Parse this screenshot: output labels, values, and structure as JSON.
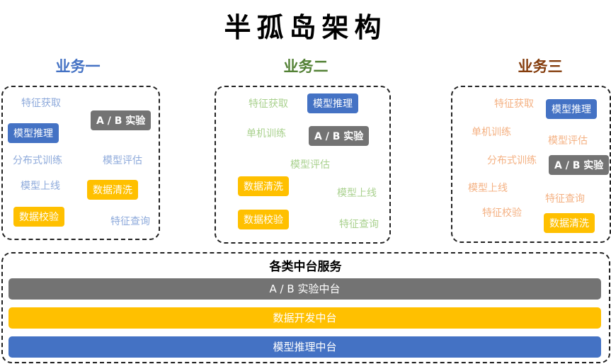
{
  "title": "半孤岛架构",
  "colors": {
    "blue": "#4472c4",
    "gray": "#737373",
    "yellow": "#ffc000",
    "biz1": "#4472c4",
    "biz2": "#538135",
    "biz3": "#843c0c",
    "biz1_text": "#8eaadb",
    "biz2_text": "#a9d18e",
    "biz3_text": "#f4b183"
  },
  "businesses": [
    {
      "name": "业务一",
      "items": {
        "feature_fetch": "特征获取",
        "ab_test": "A / B 实验",
        "model_inference": "模型推理",
        "distributed_training": "分布式训练",
        "model_eval": "模型评估",
        "model_online": "模型上线",
        "data_cleaning": "数据清洗",
        "data_validation": "数据校验",
        "feature_query": "特征查询"
      }
    },
    {
      "name": "业务二",
      "items": {
        "feature_fetch": "特征获取",
        "model_inference": "模型推理",
        "single_training": "单机训练",
        "ab_test": "A / B 实验",
        "model_eval": "模型评估",
        "data_cleaning": "数据清洗",
        "model_online": "模型上线",
        "data_validation": "数据校验",
        "feature_query": "特征查询"
      }
    },
    {
      "name": "业务三",
      "items": {
        "feature_fetch": "特征获取",
        "model_inference": "模型推理",
        "single_training": "单机训练",
        "model_eval": "模型评估",
        "distributed_training": "分布式训练",
        "ab_test": "A / B 实验",
        "model_online": "模型上线",
        "feature_query": "特征查询",
        "feature_validation": "特征校验",
        "data_cleaning": "数据清洗"
      }
    }
  ],
  "services": {
    "title": "各类中台服务",
    "bars": [
      "A / B 实验中台",
      "数据开发中台",
      "模型推理中台"
    ]
  }
}
